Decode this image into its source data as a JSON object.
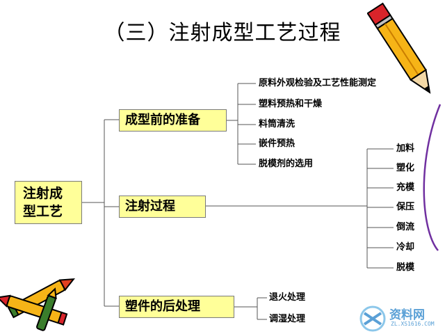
{
  "title": "（三）注射成型工艺过程",
  "root": {
    "line1": "注射成",
    "line2": "型工艺"
  },
  "stages": [
    {
      "label": "成型前的准备",
      "items": [
        "原料外观检验及工艺性能测定",
        "塑料预热和干燥",
        "料筒清洗",
        "嵌件预热",
        "脱模剂的选用"
      ]
    },
    {
      "label": "注射过程",
      "items": [
        "加料",
        "塑化",
        "充模",
        "保压",
        "倒流",
        "冷却",
        "脱模"
      ]
    },
    {
      "label": "塑件的后处理",
      "items": [
        "退火处理",
        "调湿处理"
      ]
    }
  ],
  "watermark": {
    "text": "资料网",
    "url": "ZL.XS1616.COM"
  },
  "colors": {
    "box_fill": "#ffff99",
    "line": "#555555",
    "curve": "#7030a0"
  }
}
